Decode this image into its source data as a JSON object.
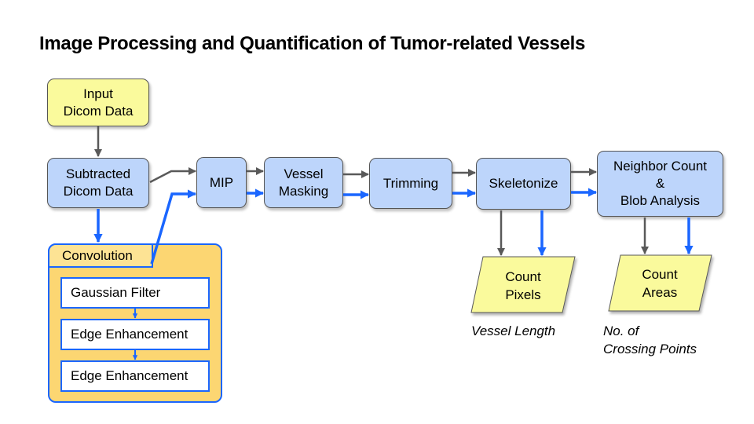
{
  "title": "Image Processing and Quantification of Tumor-related Vessels",
  "colors": {
    "process_fill": "#bdd5fb",
    "io_fill": "#fafa9c",
    "convolution_fill": "#fcd672",
    "convolution_label_fill": "#fde394",
    "accent_blue": "#1a66ff",
    "arrow_gray": "#595959"
  },
  "nodes": {
    "input": "Input\nDicom Data",
    "subtracted": "Subtracted\nDicom Data",
    "mip": "MIP",
    "vessel_masking": "Vessel\nMasking",
    "trimming": "Trimming",
    "skeletonize": "Skeletonize",
    "neighbor": "Neighbor Count\n&\nBlob Analysis",
    "count_pixels": "Count\nPixels",
    "count_areas": "Count\nAreas"
  },
  "convolution": {
    "label": "Convolution",
    "steps": [
      "Gaussian Filter",
      "Edge Enhancement",
      "Edge Enhancement"
    ]
  },
  "captions": {
    "vessel_length": "Vessel Length",
    "crossing_points": "No. of\nCrossing Points"
  }
}
